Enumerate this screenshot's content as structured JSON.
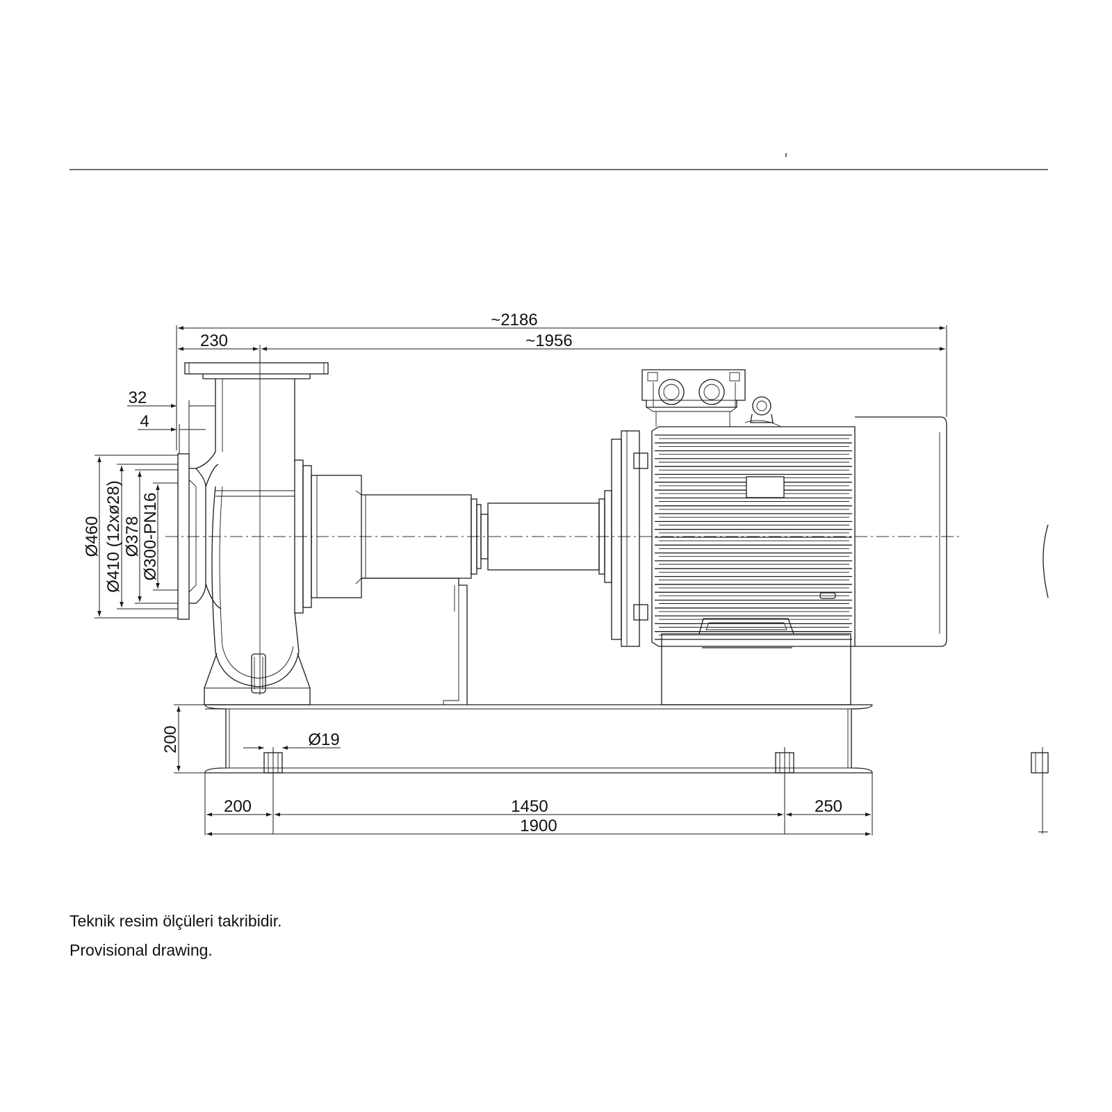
{
  "dimensions": {
    "overall_length": "~2186",
    "shaft_to_end": "~1956",
    "discharge_offset": "230",
    "flange_thickness": "32",
    "raised_face": "4",
    "flange_od": "Ø460",
    "bolt_circle": "Ø410 (12xø28)",
    "raised_face_dia": "Ø378",
    "nominal_bore": "Ø300-PN16",
    "base_height": "200",
    "anchor_hole": "Ø19",
    "base_left_offset": "200",
    "anchor_spacing": "1450",
    "base_right_offset": "250",
    "base_length": "1900"
  },
  "notes": {
    "tr": "Teknik resim ölçüleri takribidir.",
    "en": "Provisional drawing."
  }
}
